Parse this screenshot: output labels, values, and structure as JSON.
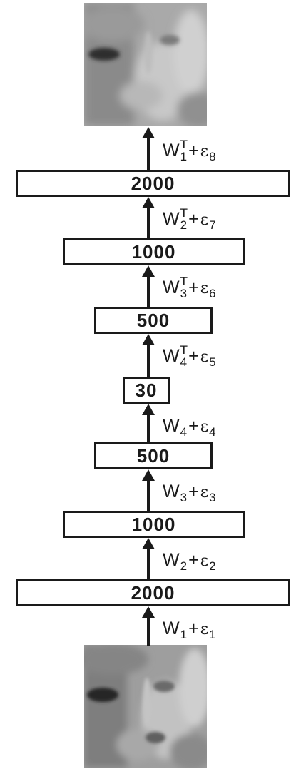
{
  "decoder_layers": [
    "2000",
    "1000",
    "500"
  ],
  "code_layer": "30",
  "encoder_layers": [
    "500",
    "1000",
    "2000"
  ],
  "weights": [
    {
      "w": "W",
      "sub": "1",
      "sup": "T",
      "plus": "+",
      "eps": "ε",
      "eps_sub": "8"
    },
    {
      "w": "W",
      "sub": "2",
      "sup": "T",
      "plus": "+",
      "eps": "ε",
      "eps_sub": "7"
    },
    {
      "w": "W",
      "sub": "3",
      "sup": "T",
      "plus": "+",
      "eps": "ε",
      "eps_sub": "6"
    },
    {
      "w": "W",
      "sub": "4",
      "sup": "T",
      "plus": "+",
      "eps": "ε",
      "eps_sub": "5"
    },
    {
      "w": "W",
      "sub": "4",
      "sup": "",
      "plus": "+",
      "eps": "ε",
      "eps_sub": "4"
    },
    {
      "w": "W",
      "sub": "3",
      "sup": "",
      "plus": "+",
      "eps": "ε",
      "eps_sub": "3"
    },
    {
      "w": "W",
      "sub": "2",
      "sup": "",
      "plus": "+",
      "eps": "ε",
      "eps_sub": "2"
    },
    {
      "w": "W",
      "sub": "1",
      "sup": "",
      "plus": "+",
      "eps": "ε",
      "eps_sub": "1"
    }
  ]
}
